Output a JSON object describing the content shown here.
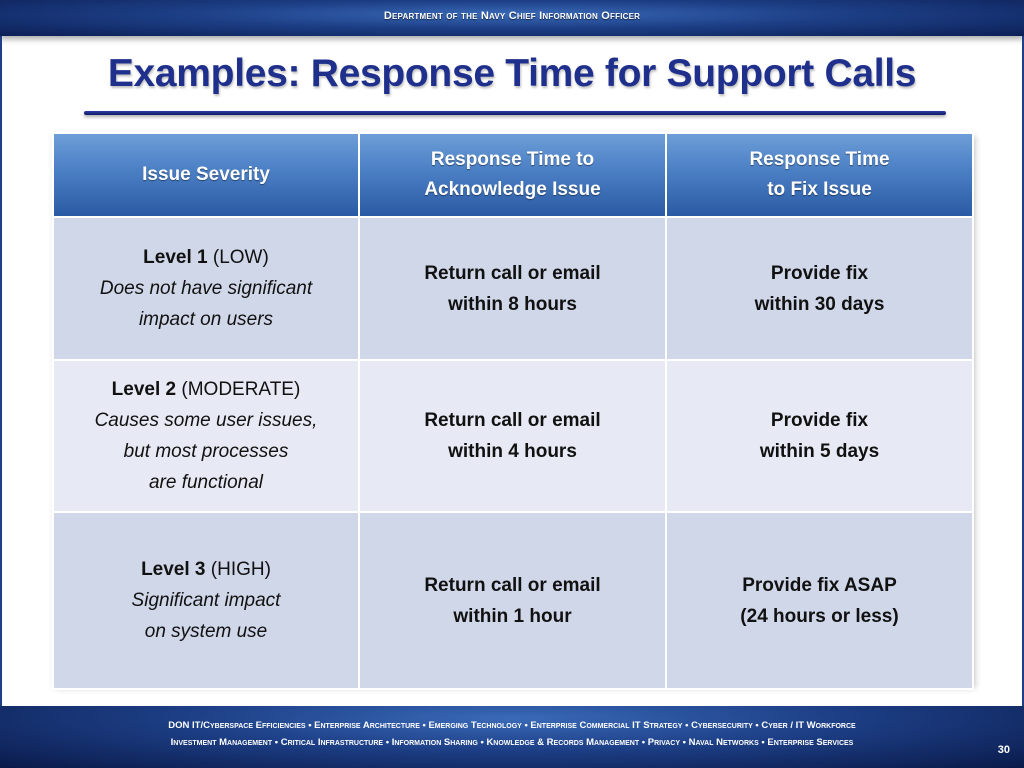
{
  "header": {
    "org": "Department of the Navy Chief Information Officer"
  },
  "slide": {
    "title": "Examples: Response Time for Support Calls"
  },
  "table": {
    "headers": {
      "severity": "Issue Severity",
      "ack_line1": "Response Time to",
      "ack_line2": "Acknowledge Issue",
      "fix_line1": "Response Time",
      "fix_line2": "to Fix Issue"
    },
    "rows": [
      {
        "level": "Level 1",
        "tag": " (LOW)",
        "desc_lines": [
          "Does not have significant",
          "impact on users"
        ],
        "ack_lines": [
          "Return call or email",
          "within 8 hours"
        ],
        "fix_lines": [
          "Provide fix",
          "within 30 days"
        ]
      },
      {
        "level": "Level 2",
        "tag": " (MODERATE)",
        "desc_lines": [
          "Causes some user issues,",
          "but most processes",
          "are functional"
        ],
        "ack_lines": [
          "Return call or email",
          "within 4 hours"
        ],
        "fix_lines": [
          "Provide fix",
          "within 5 days"
        ]
      },
      {
        "level": "Level 3",
        "tag": " (HIGH)",
        "desc_lines": [
          "Significant impact",
          "on system use"
        ],
        "ack_lines": [
          "Return call or email",
          "within 1 hour"
        ],
        "fix_lines": [
          "Provide fix ASAP",
          "(24 hours or less)"
        ]
      }
    ]
  },
  "footer": {
    "line1": "DON IT/Cyberspace  Efficiencies  •  Enterprise Architecture  •  Emerging Technology  •  Enterprise Commercial IT Strategy  •  Cybersecurity  •  Cyber / IT Workforce",
    "line2": "Investment Management  •  Critical Infrastructure  •  Information Sharing  •  Knowledge & Records Management  •  Privacy  •  Naval Networks  •  Enterprise Services",
    "page_number": "30"
  },
  "colors": {
    "title": "#1f2f8c",
    "header_fill": "#4b7fc4",
    "row_dark": "#d0d7e9",
    "row_light": "#e7eaf4",
    "banner": "#1d3f86"
  }
}
